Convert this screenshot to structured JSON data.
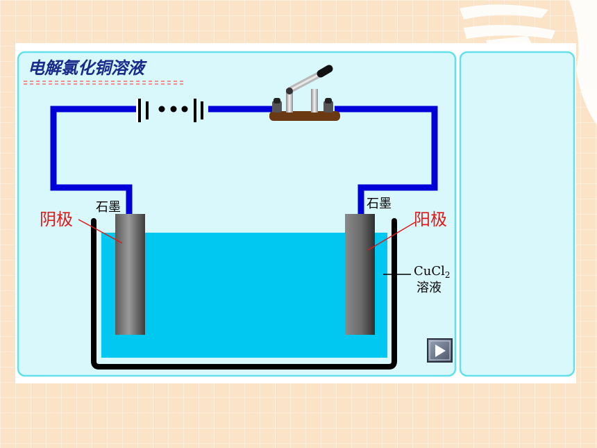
{
  "title": "电解氯化铜溶液",
  "labels": {
    "cathode": "阴极",
    "anode": "阳极",
    "graphite_left": "石墨",
    "graphite_right": "石墨",
    "solution_formula_main": "CuCl",
    "solution_formula_sub": "2",
    "solution_word": "溶液"
  },
  "colors": {
    "wire": "#0000d8",
    "solution": "#00c8f0",
    "panel": "#d8f8fc",
    "label_red": "#e01818"
  },
  "icons": {
    "play": "play-icon"
  }
}
